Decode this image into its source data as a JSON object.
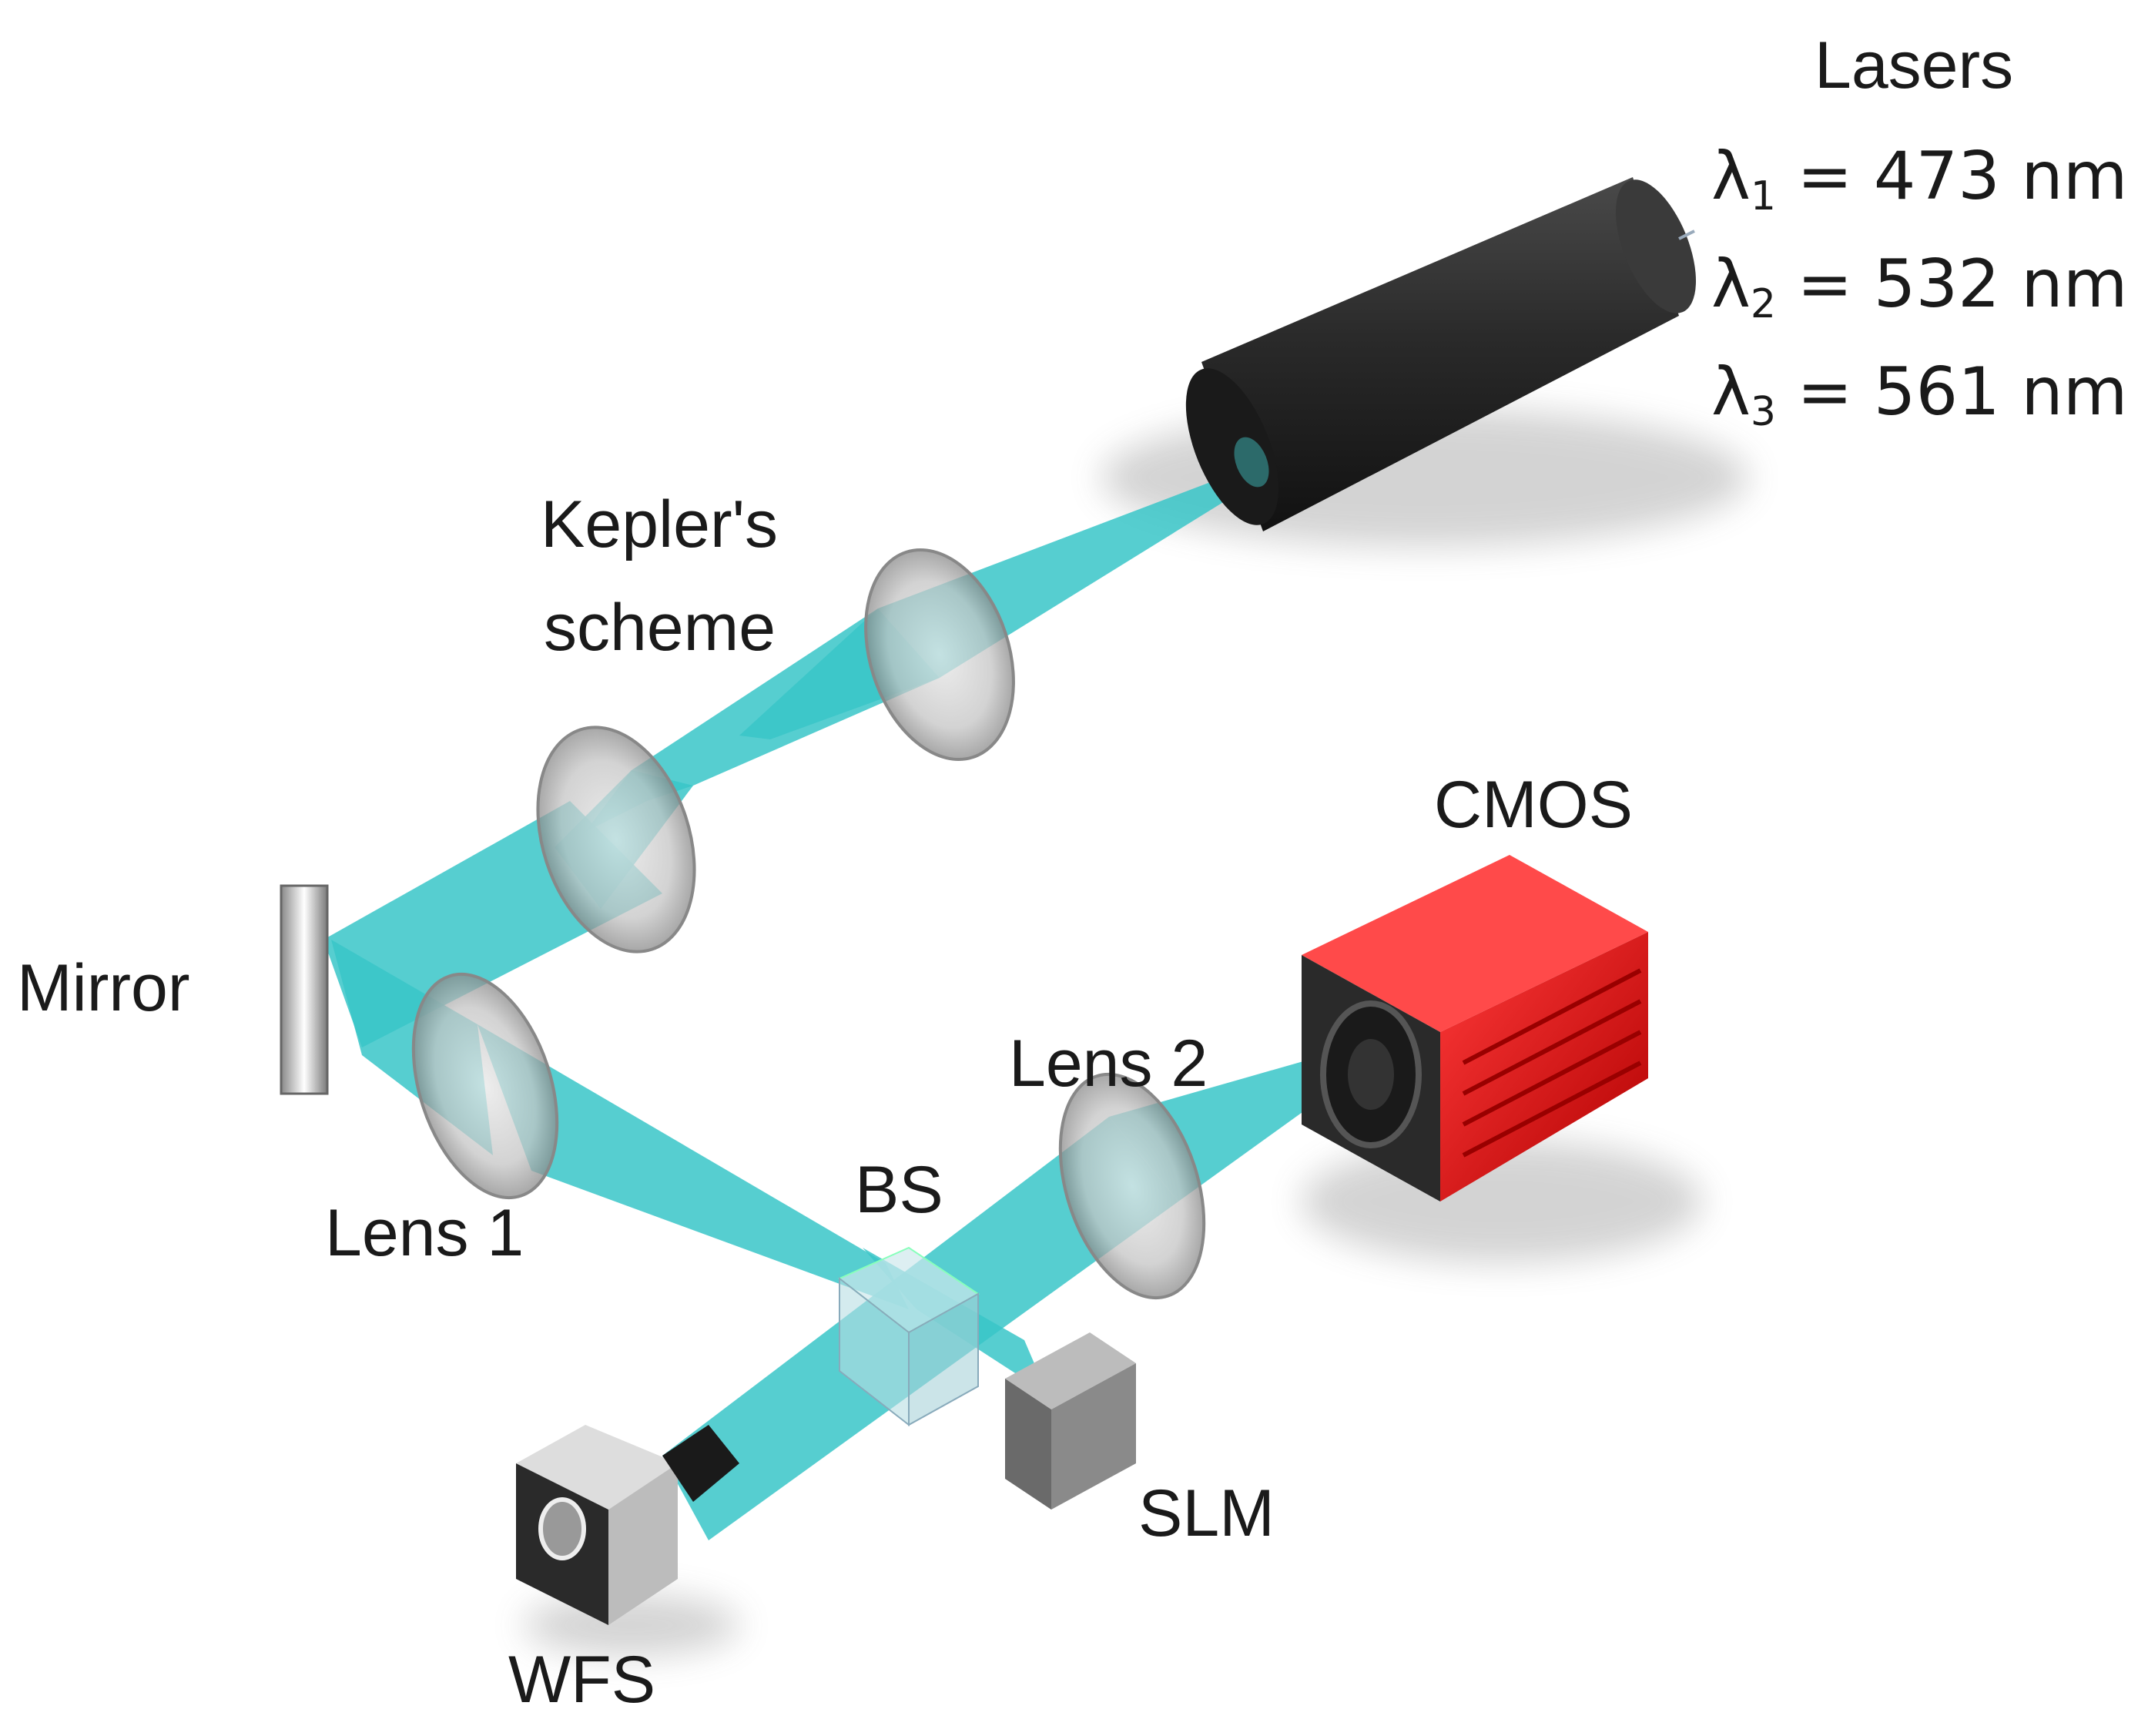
{
  "labels": {
    "lasers": "Lasers",
    "keplers_line1": "Kepler's",
    "keplers_line2": "scheme",
    "mirror": "Mirror",
    "lens1": "Lens 1",
    "lens2": "Lens 2",
    "bs": "BS",
    "slm": "SLM",
    "wfs": "WFS",
    "cmos": "CMOS"
  },
  "wavelengths": [
    {
      "symbol": "λ",
      "sub": "1",
      "text": " = 473 nm"
    },
    {
      "symbol": "λ",
      "sub": "2",
      "text": " = 532 nm"
    },
    {
      "symbol": "λ",
      "sub": "3",
      "text": " = 561 nm"
    }
  ],
  "colors": {
    "beam": "#38c6c8",
    "laser_body": "#2a2a2a",
    "camera_red": "#e01010",
    "lens_gray": "#b8b8b8"
  }
}
